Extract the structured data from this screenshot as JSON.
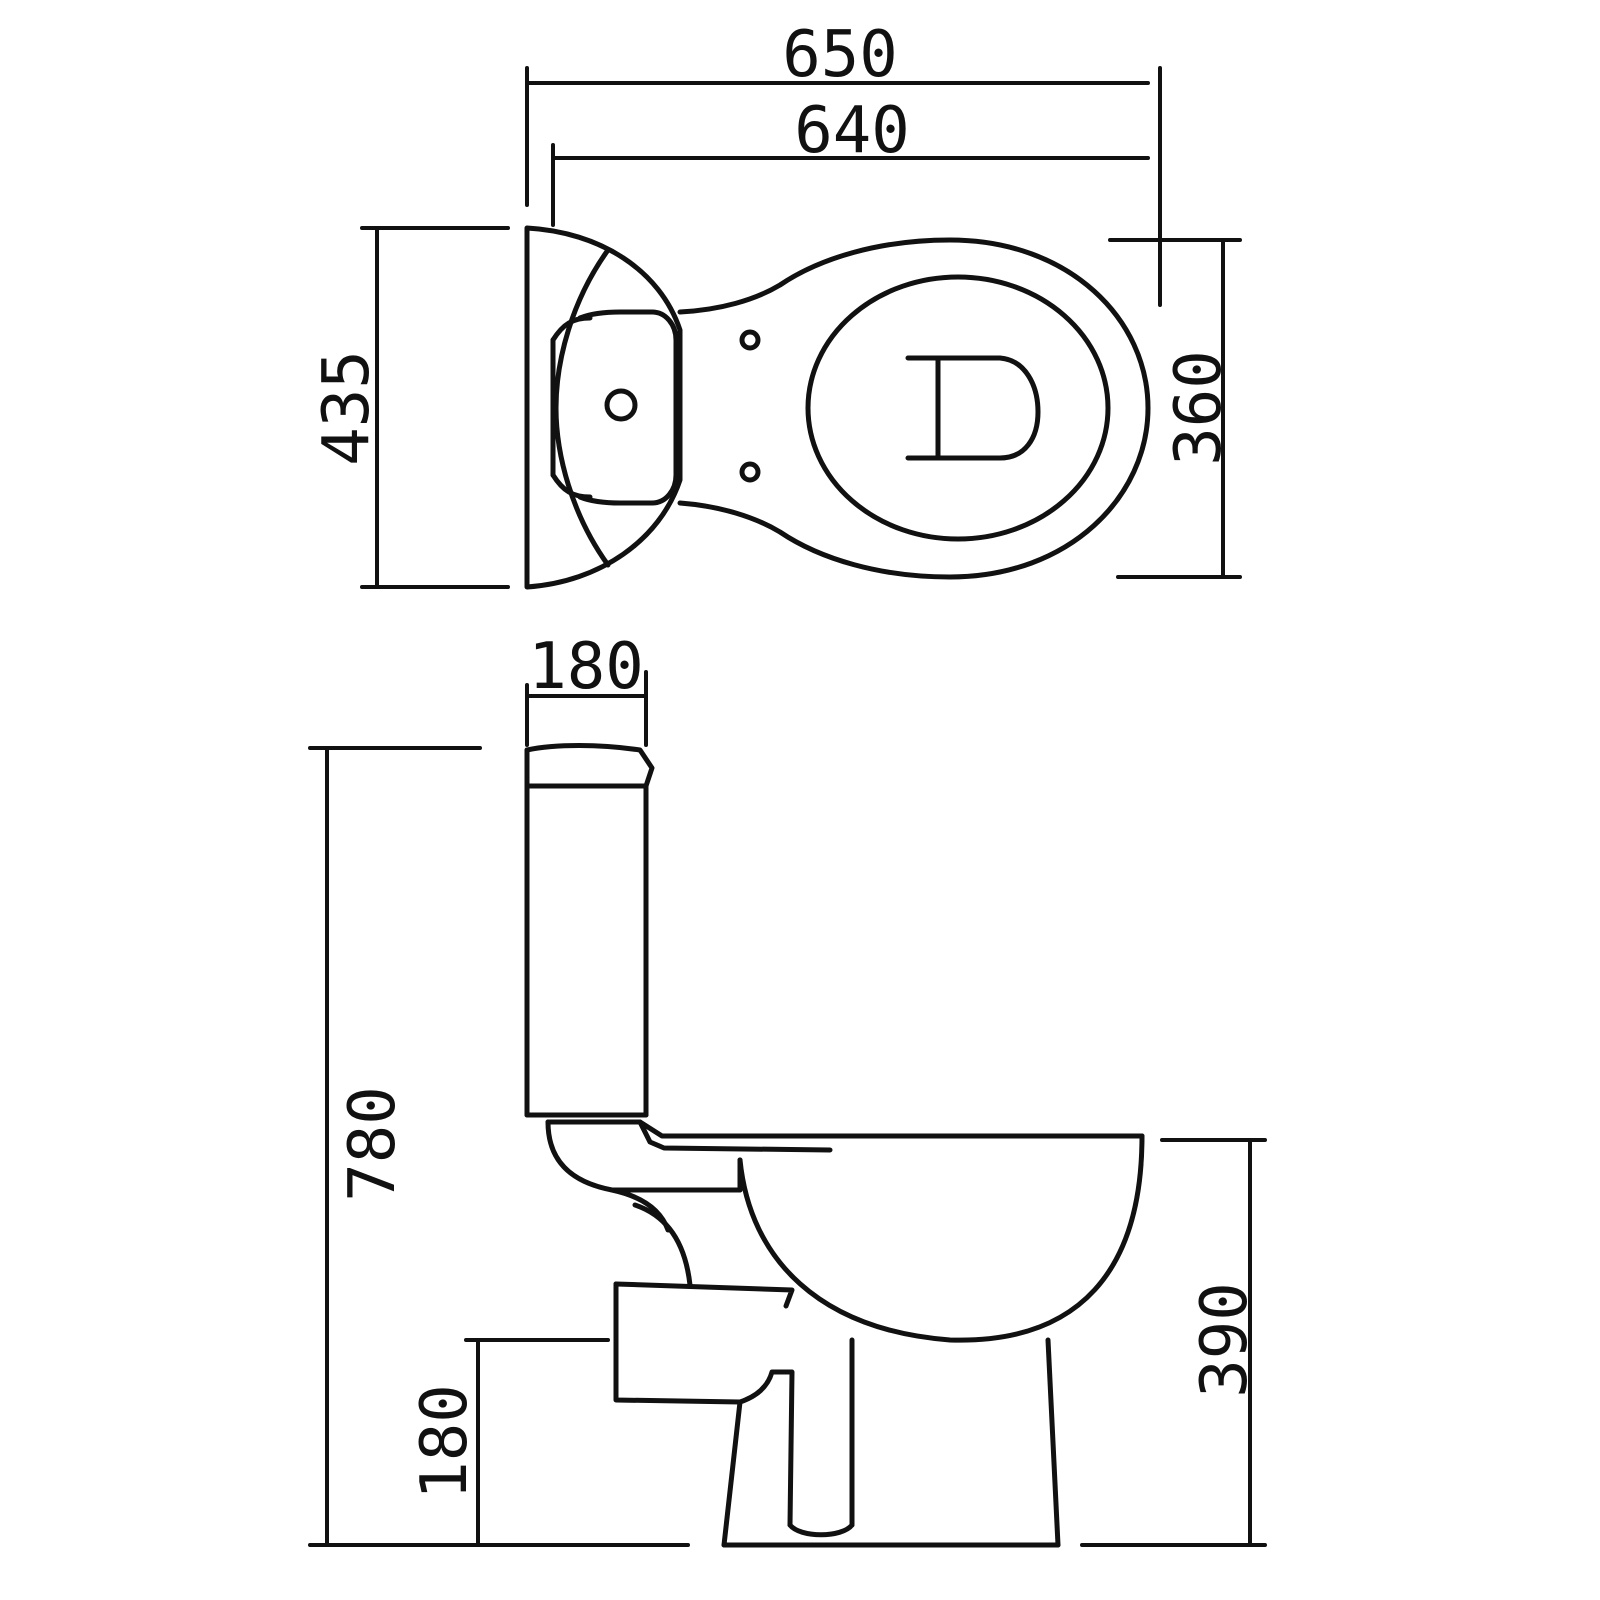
{
  "drawing": {
    "line_color": "#111111",
    "background": "#ffffff",
    "top_view": {
      "overall_length": "650",
      "bowl_length": "640",
      "tank_width": "435",
      "bowl_width": "360"
    },
    "side_view": {
      "tank_depth": "180",
      "total_height": "780",
      "bowl_height": "390",
      "outlet_height": "180"
    }
  }
}
